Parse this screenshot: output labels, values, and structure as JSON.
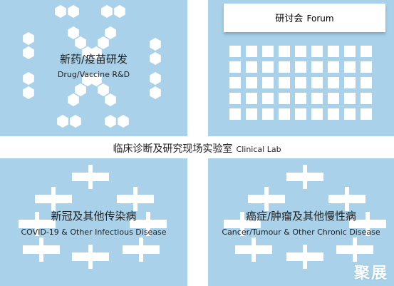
{
  "zones": {
    "rd": {
      "title_zh": "新药/疫苗研发",
      "title_en": "Drug/Vaccine R&D"
    },
    "forum": {
      "title_zh": "研讨会",
      "title_en": "Forum"
    },
    "clinical": {
      "title_zh": "临床诊断及研究现场实验室",
      "title_en": "Clinical Lab"
    },
    "covid": {
      "title_zh": "新冠及其他传染病",
      "title_en": "COVID-19 & Other Infectious Disease"
    },
    "cancer": {
      "title_zh": "癌症/肿瘤及其他慢性病",
      "title_en": "Cancer/Tumour & Other Chronic Disease"
    }
  },
  "watermark": "聚展",
  "colors": {
    "zone_blue": "#a9d2ea",
    "white": "#ffffff",
    "text": "#1f1f1f"
  }
}
